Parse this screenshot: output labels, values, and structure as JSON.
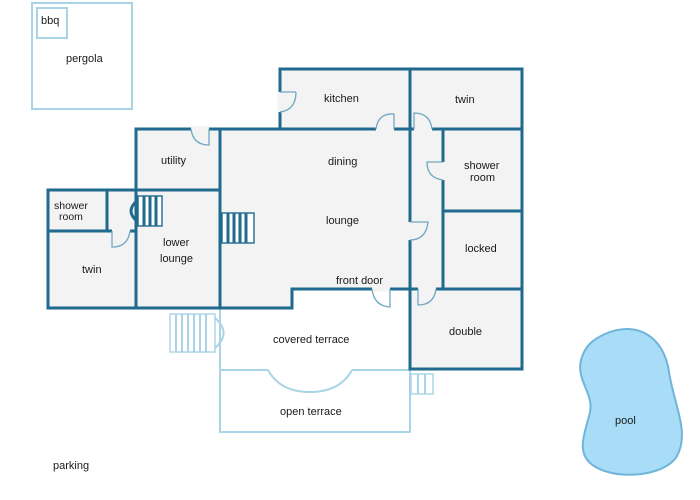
{
  "labels": {
    "bbq": "bbq",
    "pergola": "pergola",
    "kitchen": "kitchen",
    "twin_top": "twin",
    "utility": "utility",
    "dining": "dining",
    "shower_room_right_l1": "shower",
    "shower_room_right_l2": "room",
    "shower_room_left_l1": "shower",
    "shower_room_left_l2": "room",
    "lower_lounge_l1": "lower",
    "lower_lounge_l2": "lounge",
    "lounge": "lounge",
    "locked": "locked",
    "twin_left": "twin",
    "front_door": "front door",
    "covered_terrace": "covered terrace",
    "double": "double",
    "open_terrace": "open terrace",
    "pool": "pool",
    "parking": "parking"
  },
  "colors": {
    "wall": "#1f6a8e",
    "outdoor_line": "#a9d3e6",
    "room_fill": "#f3f3f3",
    "pool_fill": "#a8dcf7"
  }
}
